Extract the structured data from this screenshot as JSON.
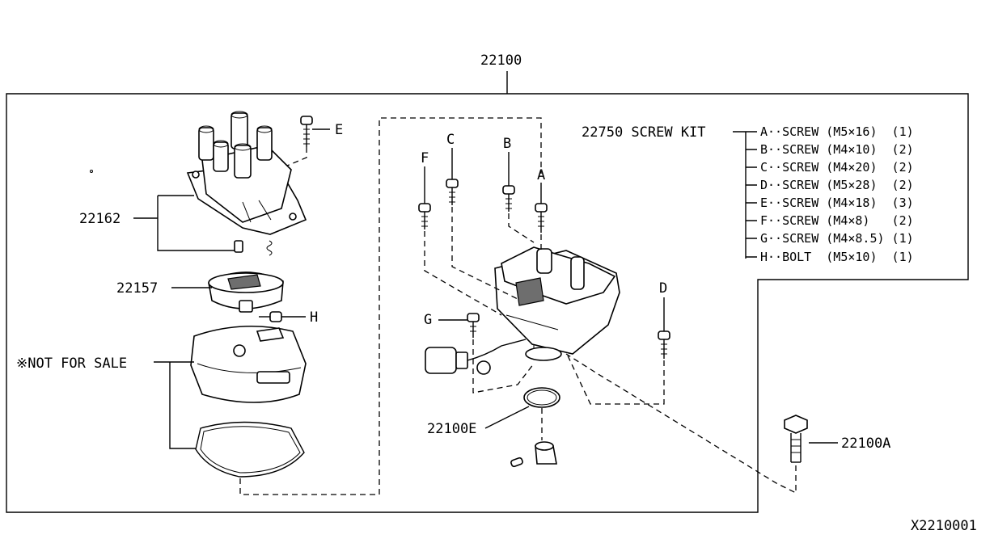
{
  "diagram_id": "X2210001",
  "assembly_number": "22100",
  "parts": [
    {
      "number": "22162"
    },
    {
      "number": "22157"
    },
    {
      "number": "22100E"
    },
    {
      "number": "22100A"
    }
  ],
  "not_for_sale_note": "※NOT FOR SALE",
  "screw_kit": {
    "title": "22750 SCREW KIT",
    "items": [
      {
        "letter": "A",
        "text": "A··SCREW (M5×16)  (1)"
      },
      {
        "letter": "B",
        "text": "B··SCREW (M4×10)  (2)"
      },
      {
        "letter": "C",
        "text": "C··SCREW (M4×20)  (2)"
      },
      {
        "letter": "D",
        "text": "D··SCREW (M5×28)  (2)"
      },
      {
        "letter": "E",
        "text": "E··SCREW (M4×18)  (3)"
      },
      {
        "letter": "F",
        "text": "F··SCREW (M4×8)   (2)"
      },
      {
        "letter": "G",
        "text": "G··SCREW (M4×8.5) (1)"
      },
      {
        "letter": "H",
        "text": "H··BOLT  (M5×10)  (1)"
      }
    ]
  },
  "screw_letters": [
    "A",
    "B",
    "C",
    "D",
    "E",
    "F",
    "G",
    "H"
  ]
}
